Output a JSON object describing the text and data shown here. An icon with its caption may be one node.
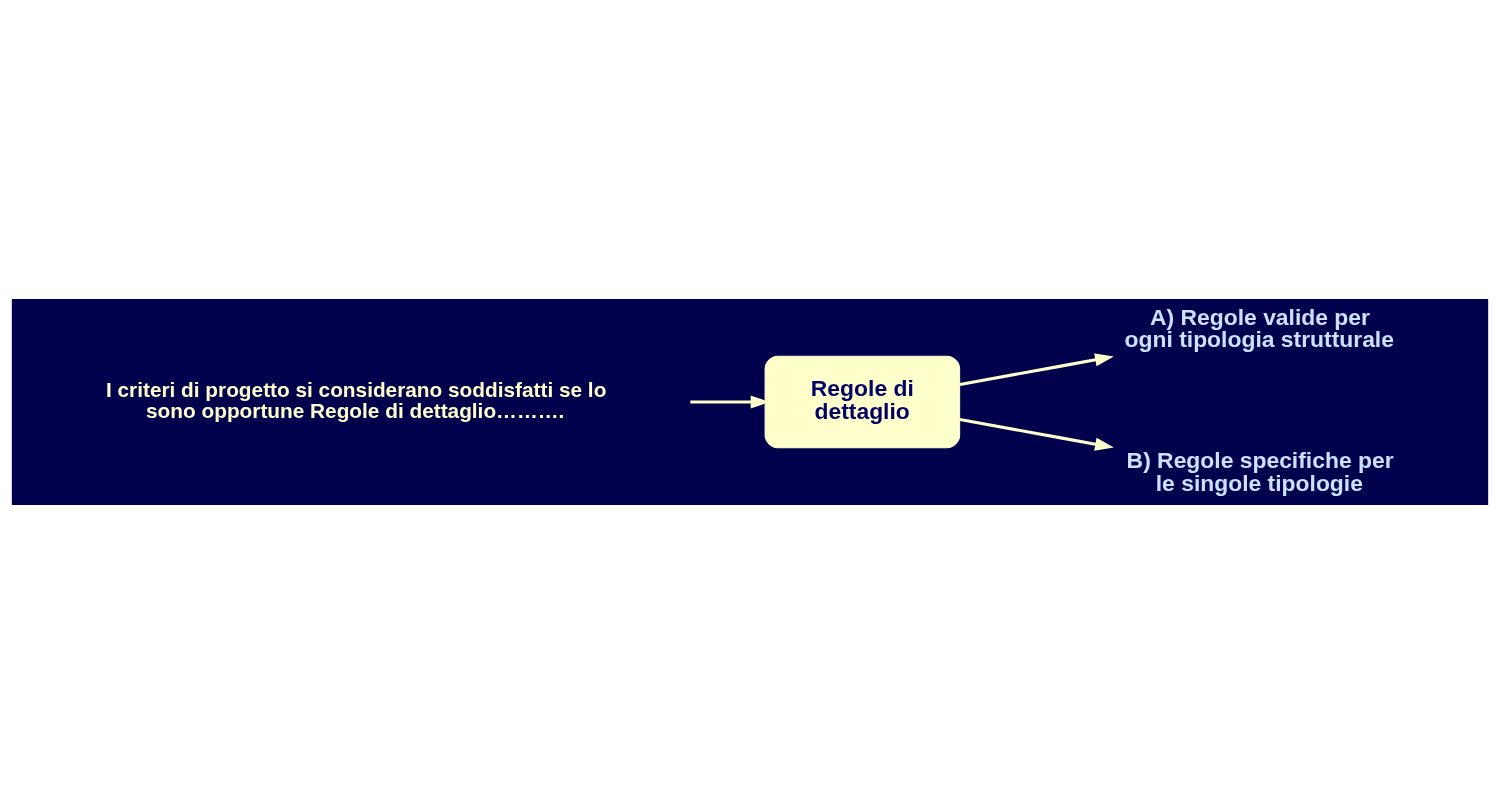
{
  "diagram": {
    "nodes": [
      {
        "text": [
          "I criteri di progetto si considerano soddisfatti se lo sono opportune Regole di dettaglio………."
        ]
      },
      {
        "text": [
          "Regole di dettaglio"
        ]
      },
      {
        "text": [
          "A) Regole valide per ogni tipologia strutturale"
        ]
      },
      {
        "text": [
          "B) Regole specifiche per le singole tipologie"
        ]
      }
    ],
    "edges": [
      {
        "from": 0,
        "to": 1,
        "arrow": "to"
      },
      {
        "from": 1,
        "to": 2,
        "arrow": "to"
      },
      {
        "from": 1,
        "to": 3,
        "arrow": "to"
      }
    ]
  }
}
